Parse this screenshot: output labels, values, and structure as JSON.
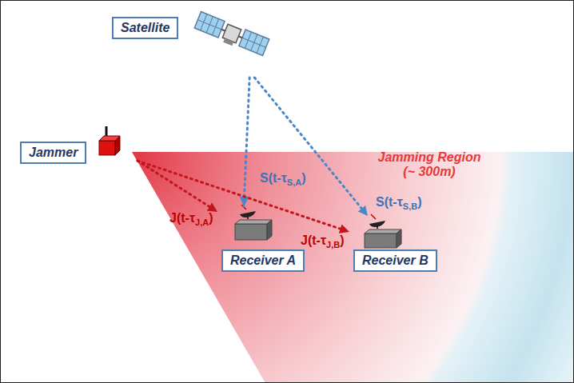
{
  "diagram": {
    "nodes": [
      {
        "text": [
          "Satellite"
        ]
      },
      {
        "text": [
          "Jammer"
        ]
      },
      {
        "text": [
          "Receiver A"
        ]
      },
      {
        "text": [
          "Receiver B"
        ]
      }
    ],
    "edges": [
      {
        "from": 0,
        "to": 2,
        "arrow": "to",
        "label": "S(t-τS,A)"
      },
      {
        "from": 0,
        "to": 3,
        "arrow": "to",
        "label": "S(t-τS,B)"
      },
      {
        "from": 1,
        "to": 2,
        "arrow": "to",
        "label": "J(t-τJ,A)"
      },
      {
        "from": 1,
        "to": 3,
        "arrow": "to",
        "label": "J(t-τJ,B)"
      }
    ],
    "labels": [
      "Jamming Region (~ 300m)"
    ]
  }
}
